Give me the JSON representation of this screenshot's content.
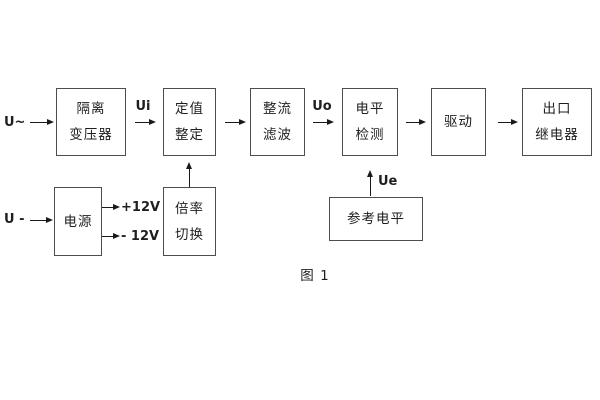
{
  "diagram": {
    "caption": "图 1",
    "inputs": {
      "ac": "U~",
      "dc": "U -"
    },
    "signals": {
      "ui": "Ui",
      "uo": "Uo",
      "ue": "Ue"
    },
    "power_rails": {
      "positive": "+12V",
      "negative": "- 12V"
    },
    "blocks": {
      "isolation_transformer": {
        "lines": [
          "隔离",
          "变压器"
        ]
      },
      "setting_adjustment": {
        "lines": [
          "定值",
          "整定"
        ]
      },
      "rectifier_filter": {
        "lines": [
          "整流",
          "滤波"
        ]
      },
      "level_detection": {
        "lines": [
          "电平",
          "检测"
        ]
      },
      "driver": {
        "lines": [
          "驱动"
        ]
      },
      "output_relay": {
        "lines": [
          "出口",
          "继电器"
        ]
      },
      "power_supply": {
        "lines": [
          "电源"
        ]
      },
      "ratio_switching": {
        "lines": [
          "倍率",
          "切换"
        ]
      },
      "reference_level": {
        "lines": [
          "参考电平"
        ]
      }
    },
    "colors": {
      "background": "#ffffff",
      "box_border": "#4d4d4d",
      "text": "#1f1f1f",
      "arrow": "#1a1a1a"
    }
  }
}
